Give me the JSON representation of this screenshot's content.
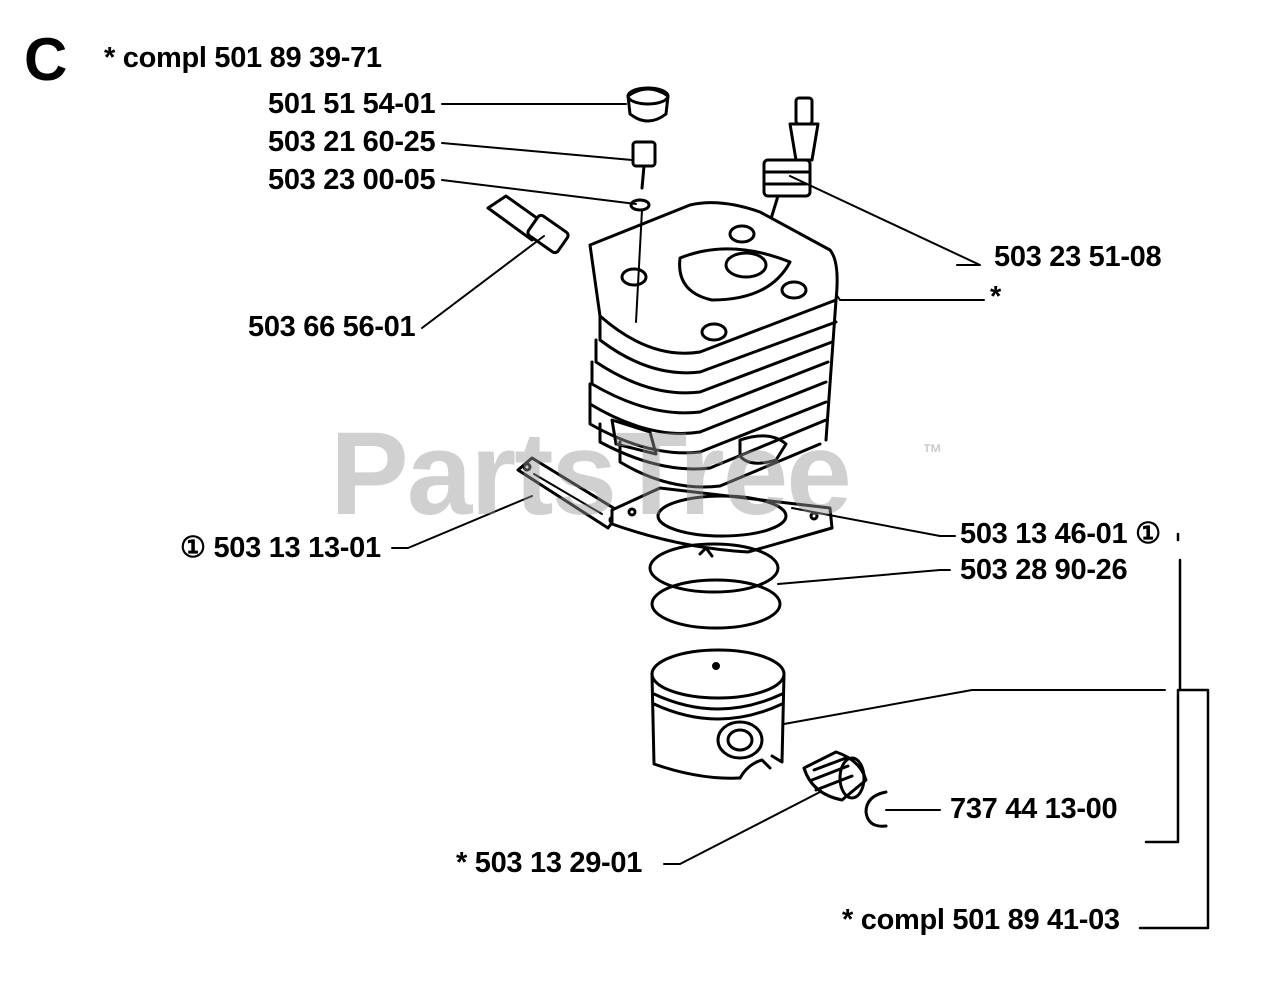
{
  "section_letter": "C",
  "watermark": {
    "text": "PartsTree",
    "trademark": "™"
  },
  "callouts": {
    "assembly_top": "*  compl 501 89 39-71",
    "cap": "501 51 54-01",
    "screw": "503 21 60-25",
    "washer": "503 23 00-05",
    "valve": "503 66 56-01",
    "spark_plug": "503 23 51-08",
    "cylinder_star": "*",
    "gasket_left": "① 503 13 13-01",
    "gasket_right": "503 13 46-01 ①",
    "rings": "503 28 90-26",
    "circlip": "737 44 13-00",
    "bearing": "*  503 13 29-01",
    "assembly_bottom": "*  compl 501 89 41-03"
  },
  "colors": {
    "ink": "#000000",
    "paper": "#ffffff",
    "watermark": "#969696"
  }
}
